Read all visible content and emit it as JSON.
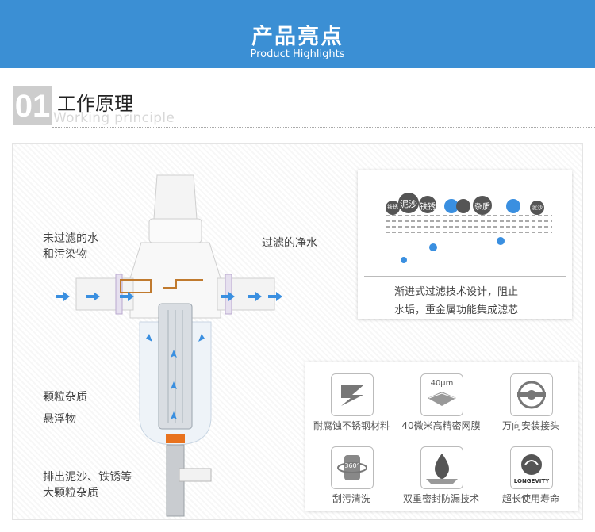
{
  "header": {
    "title": "产品亮点",
    "subtitle": "Product Highlights"
  },
  "section": {
    "number": "01",
    "title": "工作原理",
    "subtitle": "Working principle"
  },
  "diagram_labels": {
    "inlet": "未过滤的水\n和污染物",
    "outlet": "过滤的净水",
    "particles": "颗粒杂质",
    "suspended": "悬浮物",
    "discharge": "排出泥沙、铁锈等\n大颗粒杂质"
  },
  "filter_card": {
    "bubbles": [
      "铁锈",
      "泥沙",
      "铁锈",
      "杂质",
      "泥沙"
    ],
    "text_line1": "渐进式过滤技术设计，阻止",
    "text_line2": "水垢，重金属功能集成滤芯"
  },
  "features": [
    {
      "icon": "anti-corrosion-icon",
      "label": "耐腐蚀不锈钢材料"
    },
    {
      "icon": "mesh-icon",
      "label": "40微米高精密网膜",
      "badge": "40μm"
    },
    {
      "icon": "rotate-connector-icon",
      "label": "万向安装接头"
    },
    {
      "icon": "scraper-icon",
      "label": "刮污清洗",
      "badge": "360°"
    },
    {
      "icon": "water-drop-seal-icon",
      "label": "双重密封防漏技术"
    },
    {
      "icon": "longevity-icon",
      "label": "超长使用寿命",
      "badge": "LONGEVITY"
    }
  ],
  "colors": {
    "accent": "#3b8fd4",
    "dot": "#3a8fe0"
  }
}
